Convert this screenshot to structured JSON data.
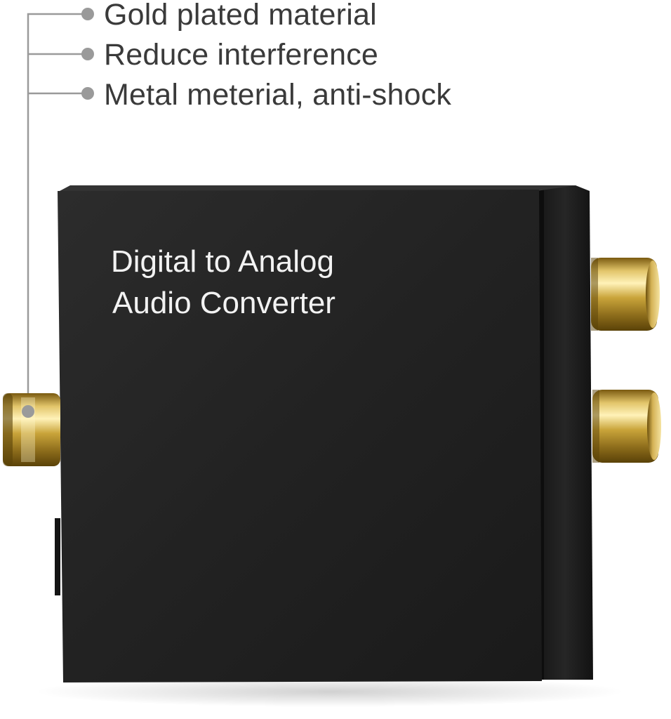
{
  "callouts": [
    {
      "label": "Gold plated material"
    },
    {
      "label": "Reduce interference"
    },
    {
      "label": "Metal meterial, anti-shock"
    }
  ],
  "device": {
    "label_line_1": "Digital to Analog",
    "label_line_2": "Audio Converter",
    "body_color": "#1f1f1f",
    "label_color": "#f2f2f2"
  },
  "connectors": {
    "input": {
      "type": "coaxial-gold-jack"
    },
    "outputs": [
      {
        "type": "rca-gold-jack"
      },
      {
        "type": "rca-gold-jack"
      }
    ],
    "metal_color": "#c9a43a"
  },
  "leader_color": "#9a9a9a"
}
